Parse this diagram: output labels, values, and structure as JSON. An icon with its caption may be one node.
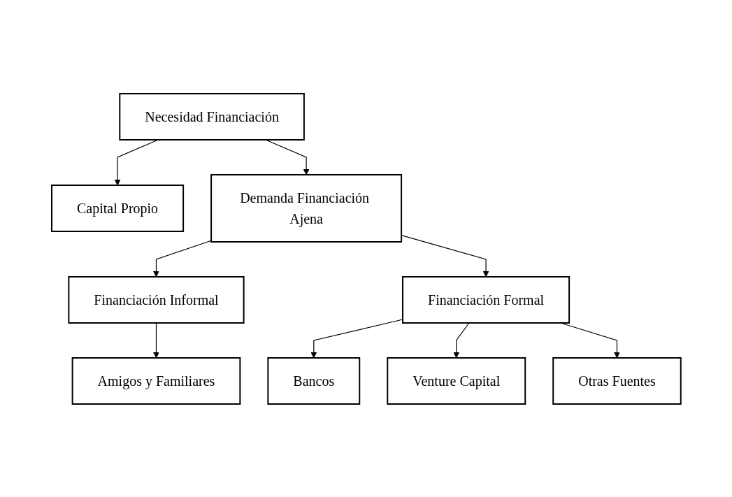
{
  "diagram": {
    "nodes": [
      {
        "text": [
          "Necesidad Financiación"
        ]
      },
      {
        "text": [
          "Capital Propio"
        ]
      },
      {
        "text": [
          "Demanda Financiación Ajena"
        ]
      },
      {
        "text": [
          "Financiación Informal"
        ]
      },
      {
        "text": [
          "Financiación Formal"
        ]
      },
      {
        "text": [
          "Amigos y Familiares"
        ]
      },
      {
        "text": [
          "Bancos"
        ]
      },
      {
        "text": [
          "Venture Capital"
        ]
      },
      {
        "text": [
          "Otras Fuentes"
        ]
      }
    ],
    "edges": [
      {
        "from": 0,
        "to": 1,
        "arrow": "to"
      },
      {
        "from": 0,
        "to": 2,
        "arrow": "to"
      },
      {
        "from": 2,
        "to": 3,
        "arrow": "to"
      },
      {
        "from": 2,
        "to": 4,
        "arrow": "to"
      },
      {
        "from": 3,
        "to": 5,
        "arrow": "to"
      },
      {
        "from": 4,
        "to": 6,
        "arrow": "to"
      },
      {
        "from": 4,
        "to": 7,
        "arrow": "to"
      },
      {
        "from": 4,
        "to": 8,
        "arrow": "to"
      }
    ]
  }
}
